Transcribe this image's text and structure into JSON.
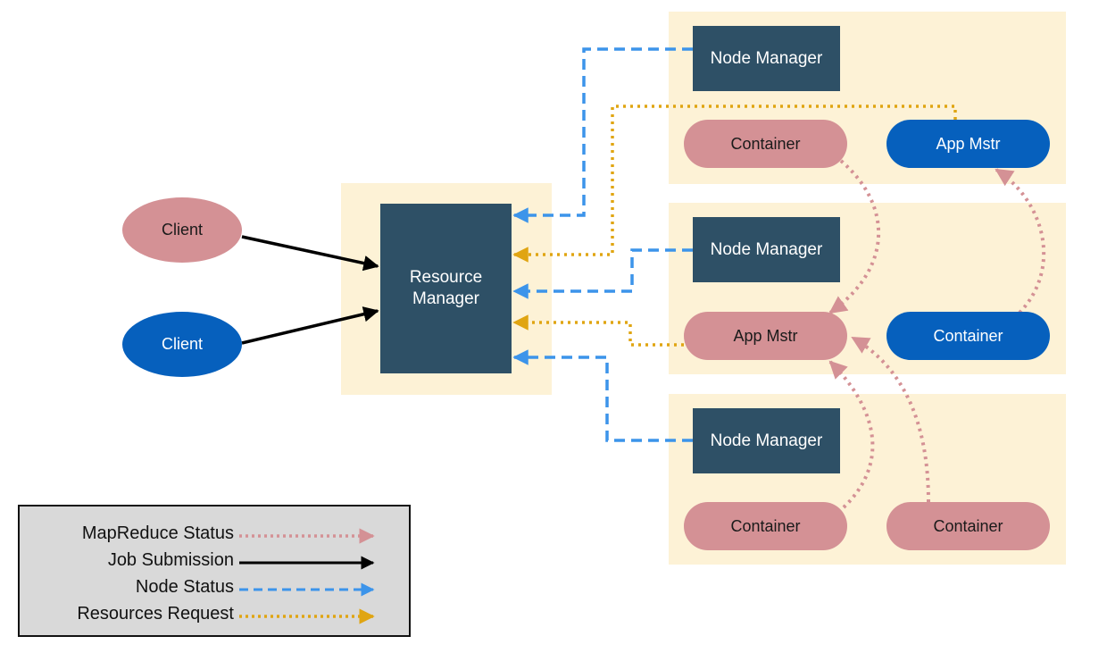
{
  "resource_manager": {
    "line1": "Resource",
    "line2": "Manager"
  },
  "clients": [
    {
      "label": "Client",
      "color": "#d49195"
    },
    {
      "label": "Client",
      "color": "#0660bd"
    }
  ],
  "nodes": [
    {
      "node_manager": "Node Manager",
      "left": {
        "label": "Container",
        "color": "#d49195"
      },
      "right": {
        "label": "App Mstr",
        "color": "#0660bd"
      }
    },
    {
      "node_manager": "Node Manager",
      "left": {
        "label": "App Mstr",
        "color": "#d49195"
      },
      "right": {
        "label": "Container",
        "color": "#0660bd"
      }
    },
    {
      "node_manager": "Node Manager",
      "left": {
        "label": "Container",
        "color": "#d49195"
      },
      "right": {
        "label": "Container",
        "color": "#d49195"
      }
    }
  ],
  "legend": [
    {
      "label": "MapReduce Status",
      "style": "dotted",
      "color": "#d49195"
    },
    {
      "label": "Job Submission",
      "style": "solid",
      "color": "#000000"
    },
    {
      "label": "Node Status",
      "style": "dashed",
      "color": "#3c94ea"
    },
    {
      "label": "Resources Request",
      "style": "dotted",
      "color": "#e0a512"
    }
  ],
  "colors": {
    "panel": "#fdf2d6",
    "manager_box": "#2e5066",
    "pink": "#d49195",
    "blue": "#0660bd",
    "node_status_line": "#3c94ea",
    "resources_request_line": "#e0a512"
  }
}
